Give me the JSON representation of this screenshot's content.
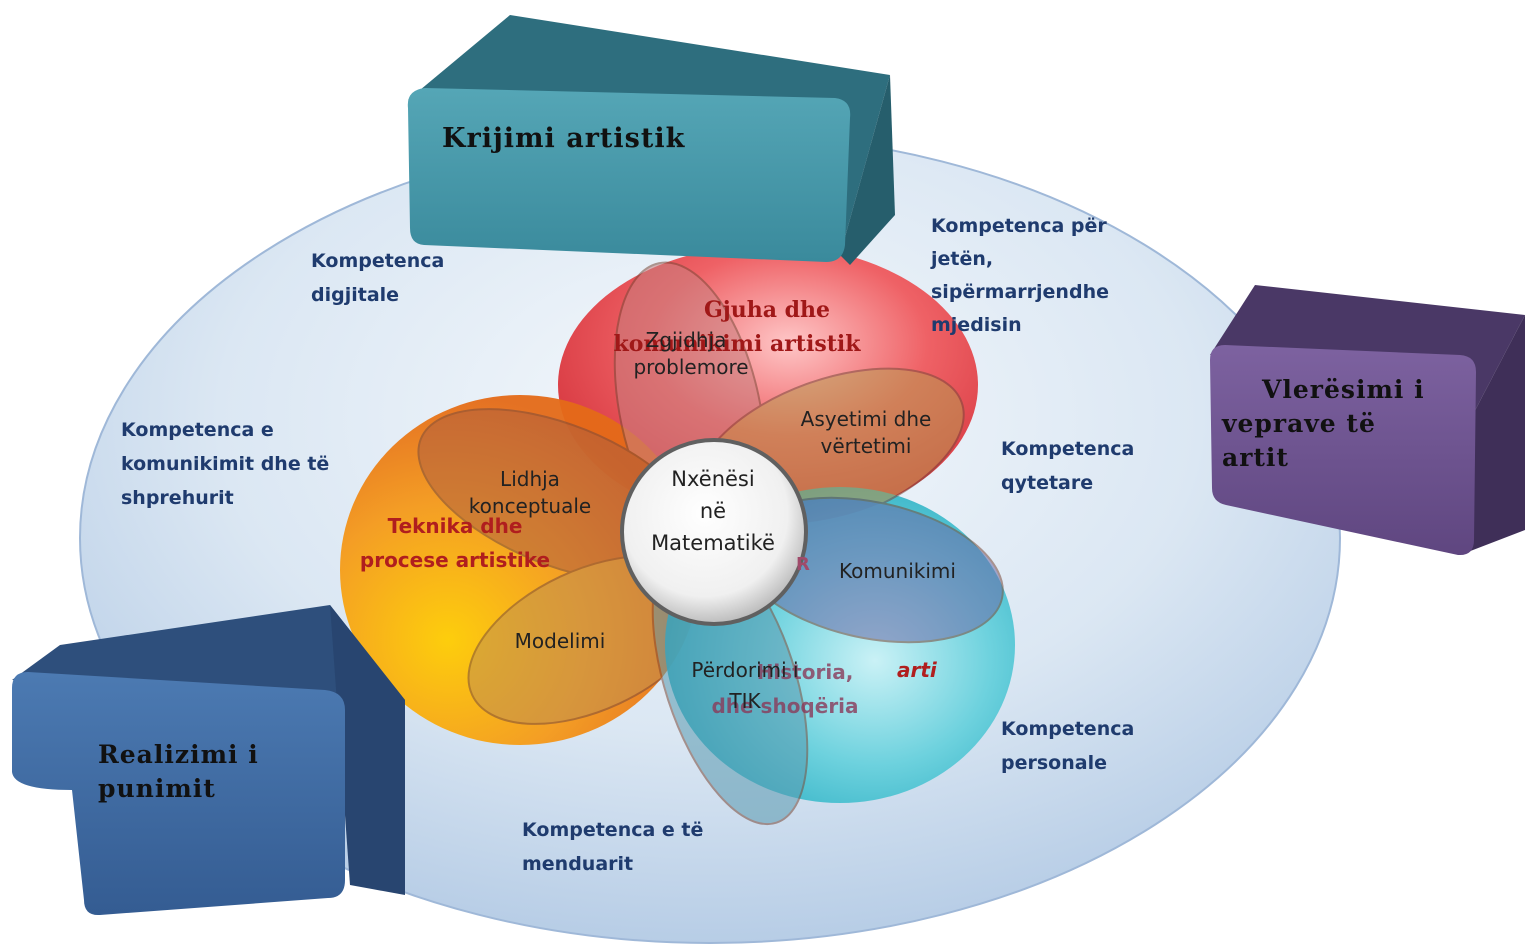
{
  "boxes": {
    "top": "Krijimi artistik",
    "right": [
      "Vlerësimi i",
      "veprave të",
      "artit"
    ],
    "left": [
      "Realizimi i",
      "punimit"
    ]
  },
  "competences": {
    "digital": [
      "Kompetenca",
      "digjitale"
    ],
    "communication": [
      "Kompetenca e",
      "komunikimit dhe të",
      "shprehurit"
    ],
    "life": [
      "Kompetenca për",
      "jetën,",
      "sipërmarrjendhe",
      "mjedisin"
    ],
    "civic": [
      "Kompetenca",
      "qytetare"
    ],
    "personal": [
      "Kompetenca",
      "personale"
    ],
    "thinking": [
      "Kompetenca e të",
      "menduarit"
    ]
  },
  "domains": {
    "language": [
      "Gjuha dhe",
      "komunikimi  artistik"
    ],
    "technique": [
      "Teknika dhe",
      "procese artistike"
    ],
    "history": [
      "Historia,",
      "dhe shoqëria"
    ],
    "art": "arti",
    "r_fragment": "R"
  },
  "petals": {
    "problem": [
      "Zgjidhja",
      "problemore"
    ],
    "reasoning": [
      "Asyetimi dhe",
      "vërtetimi"
    ],
    "connection": [
      "Lidhja",
      "konceptuale"
    ],
    "communication": "Komunikimi",
    "modeling": "Modelimi",
    "ict": [
      "Përdorimi i",
      "TIK"
    ]
  },
  "center": [
    "Nxënësi",
    "në",
    "Matematikë"
  ],
  "colors": {
    "ellipse": "#cfdff0",
    "red": "#e84a4f",
    "orange": "#f08a1e",
    "cyan": "#3cc0d0",
    "box_top": "#3a8fa0",
    "box_right": "#6a4f8a",
    "box_left": "#3a66a0"
  }
}
